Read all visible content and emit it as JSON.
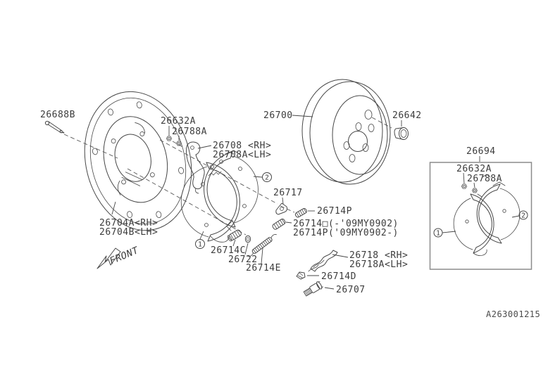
{
  "diagram": {
    "doc_code": "A263001215",
    "front_label": "FRONT",
    "colors": {
      "line": "#474747",
      "dashed_line": "#5a5a5a",
      "inset_box_border": "#8c8c8c",
      "text": "#3c3c3c",
      "background": "#ffffff"
    },
    "callouts": {
      "shoe_front": "1",
      "shoe_rear": "2"
    },
    "parts": {
      "pin": "26688B",
      "nut": "26632A",
      "washer": "26788A",
      "lever_rh": "26708 <RH>",
      "lever_lh": "26708A<LH>",
      "rotor": "26700",
      "cap": "26642",
      "shoe_kit": "26694",
      "kit_nut": "26632A",
      "kit_washer": "26788A",
      "pawl": "26717",
      "spring_upper": "26714P",
      "spring_note_old": "26714□(-'09MY0902)",
      "spring_note_new": "26714P('09MY0902-)",
      "backing_plate_rh": "26704A<RH>",
      "backing_plate_lh": "26704B<LH>",
      "adjuster": "26714C",
      "washer_ring": "26722",
      "spring_adjusting": "26714E",
      "strut_rh": "26718 <RH>",
      "strut_lh": "26718A<LH>",
      "clip": "26714D",
      "bolt": "26707"
    }
  }
}
